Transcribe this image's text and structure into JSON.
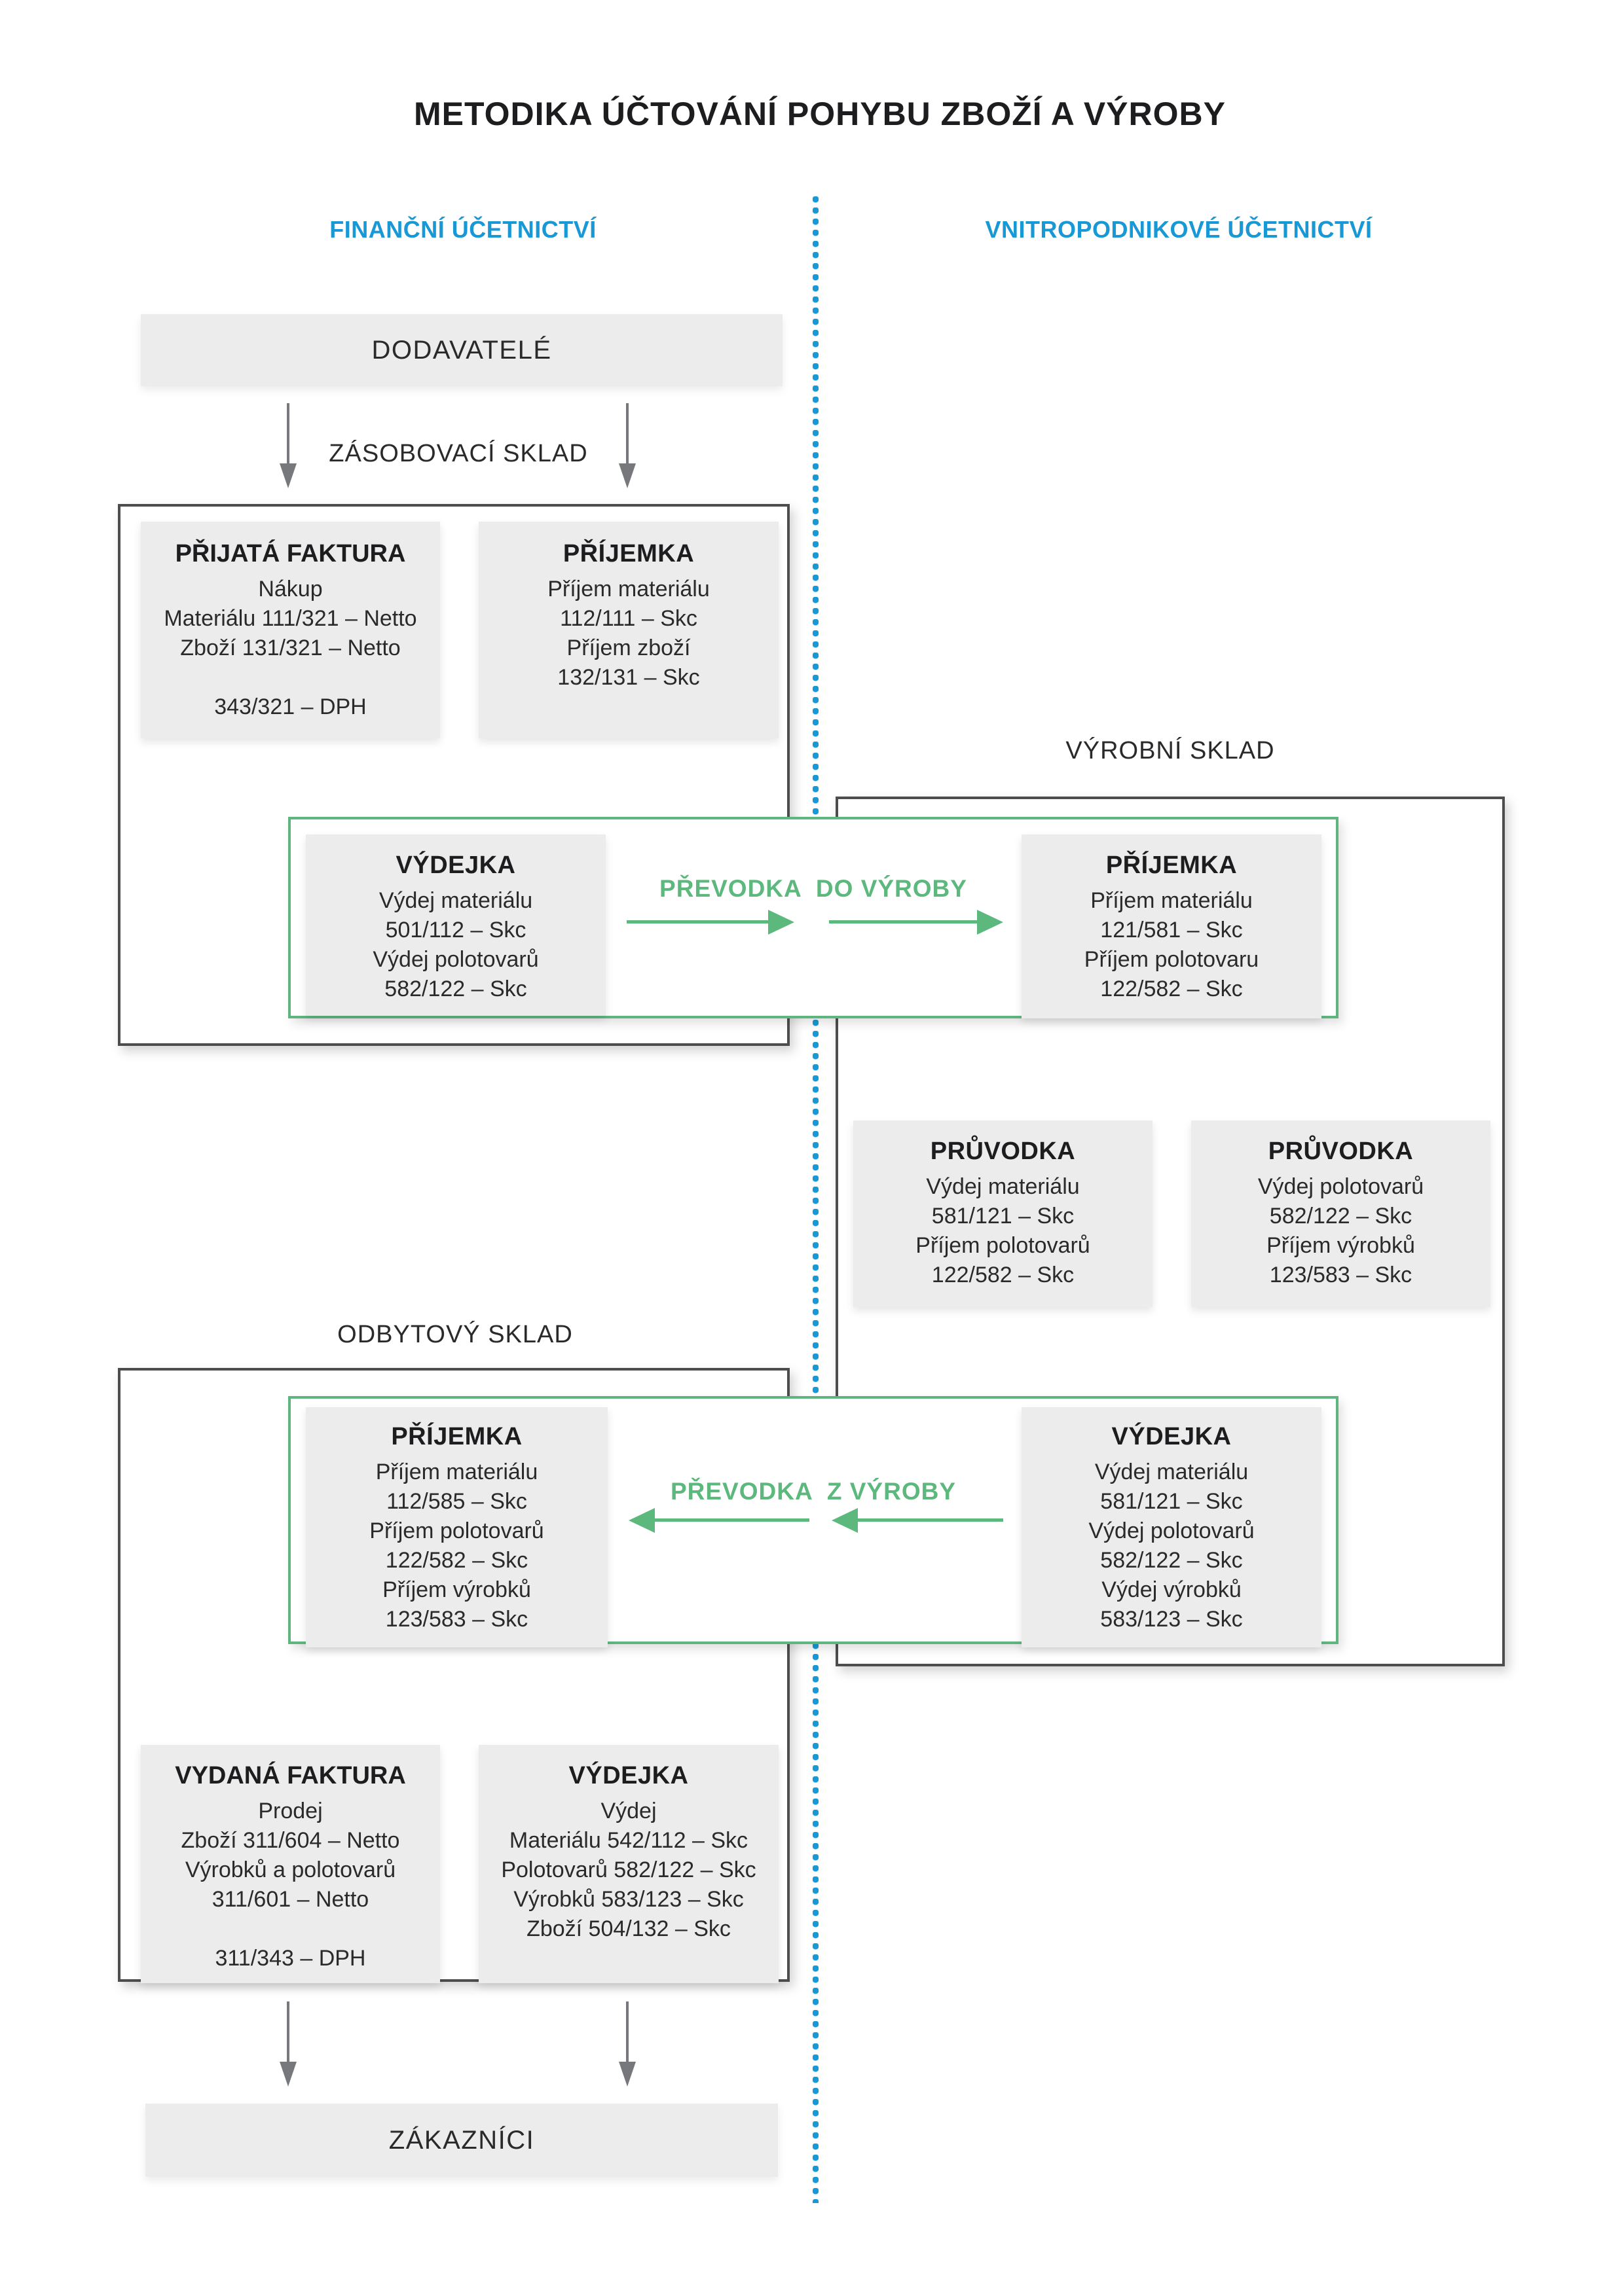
{
  "title": "METODIKA ÚČTOVÁNÍ POHYBU ZBOŽÍ A VÝROBY",
  "columns": {
    "left": "FINANČNÍ ÚČETNICTVÍ",
    "right": "VNITROPODNIKOVÉ ÚČETNICTVÍ"
  },
  "zones": {
    "zasobovaci": "ZÁSOBOVACÍ SKLAD",
    "vyrobni": "VÝROBNÍ SKLAD",
    "odbytovy": "ODBYTOVÝ SKLAD"
  },
  "banners": {
    "suppliers": "DODAVATELÉ",
    "customers": "ZÁKAZNÍCI"
  },
  "transfers": {
    "to_production": "PŘEVODKA  DO VÝROBY",
    "from_production": "PŘEVODKA  Z VÝROBY"
  },
  "cards": {
    "prijata_faktura": {
      "title": "PŘIJATÁ FAKTURA",
      "lines": [
        "Nákup",
        "Materiálu 111/321 – Netto",
        "Zboží 131/321 – Netto",
        "",
        "343/321 – DPH"
      ]
    },
    "prijemka_zasobovaci": {
      "title": "PŘÍJEMKA",
      "lines": [
        "Příjem materiálu",
        "112/111 – Skc",
        "Příjem zboží",
        "132/131 – Skc"
      ]
    },
    "vydejka_do_vyroby": {
      "title": "VÝDEJKA",
      "lines": [
        "Výdej materiálu",
        "501/112 – Skc",
        "Výdej polotovarů",
        "582/122 – Skc"
      ]
    },
    "prijemka_vyrobni": {
      "title": "PŘÍJEMKA",
      "lines": [
        "Příjem materiálu",
        "121/581 – Skc",
        "Příjem polotovaru",
        "122/582 – Skc"
      ]
    },
    "pruvodka_1": {
      "title": "PRŮVODKA",
      "lines": [
        "Výdej materiálu",
        "581/121 – Skc",
        "Příjem polotovarů",
        "122/582 – Skc"
      ]
    },
    "pruvodka_2": {
      "title": "PRŮVODKA",
      "lines": [
        "Výdej polotovarů",
        "582/122 – Skc",
        "Příjem výrobků",
        "123/583 – Skc"
      ]
    },
    "prijemka_odbytovy": {
      "title": "PŘÍJEMKA",
      "lines": [
        "Příjem materiálu",
        "112/585 – Skc",
        "Příjem polotovarů",
        "122/582 – Skc",
        "Příjem výrobků",
        "123/583 – Skc"
      ]
    },
    "vydejka_z_vyroby": {
      "title": "VÝDEJKA",
      "lines": [
        "Výdej materiálu",
        "581/121 – Skc",
        "Výdej polotovarů",
        "582/122 – Skc",
        "Výdej výrobků",
        "583/123 – Skc"
      ]
    },
    "vydana_faktura": {
      "title": "VYDANÁ FAKTURA",
      "lines": [
        "Prodej",
        "Zboží 311/604 – Netto",
        "Výrobků a polotovarů",
        "311/601 – Netto",
        "",
        "311/343 – DPH"
      ]
    },
    "vydejka_prodej": {
      "title": "VÝDEJKA",
      "lines": [
        "Výdej",
        "Materiálu 542/112 – Skc",
        "Polotovarů 582/122 – Skc",
        "Výrobků 583/123 – Skc",
        "Zboží 504/132 – Skc"
      ]
    }
  },
  "colors": {
    "accent_blue": "#1899D6",
    "accent_green": "#5CB87C",
    "big_box_border": "#4D4D4F",
    "card_fill": "#ECECEC",
    "arrow_gray": "#77787B",
    "text": "#231F20"
  }
}
